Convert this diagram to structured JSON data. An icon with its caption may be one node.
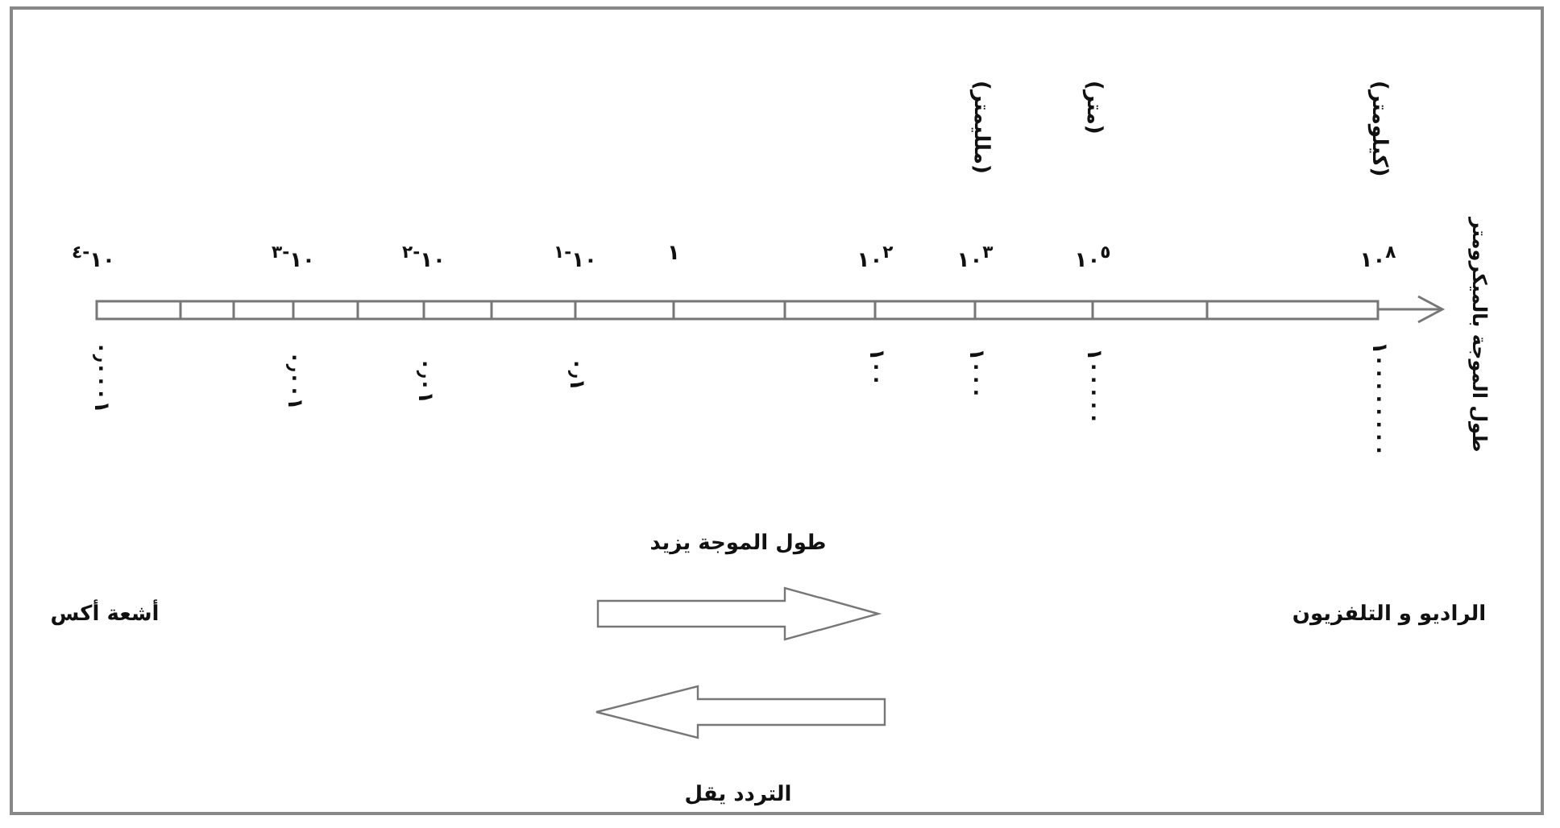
{
  "diagram": {
    "labels": [
      "(ملليمتر)",
      "(متر)",
      "(كيلومتر)",
      "١٠$^{-٤}$",
      "١٠$^{-٣}$",
      "١٠$^{-٢}$",
      "١٠$^{-١}$",
      "١",
      "١٠$^{٢}$",
      "١٠$^{٣}$",
      "١٠$^{٥}$",
      "١٠$^{٨}$",
      "طول الموجة بالميكرومتر",
      "٠٫٠٠٠١",
      "٠٫٠٠١",
      "٠٫٠١",
      "٠٫١",
      "١٠٠",
      "١٠٠٠",
      "١٠٠٠٠٠",
      "١٠٠٠٠٠٠٠٠",
      "طول الموجة يزيد",
      "أشعة أكس",
      "الراديو و التلفزيون",
      "التردد يقل"
    ]
  }
}
